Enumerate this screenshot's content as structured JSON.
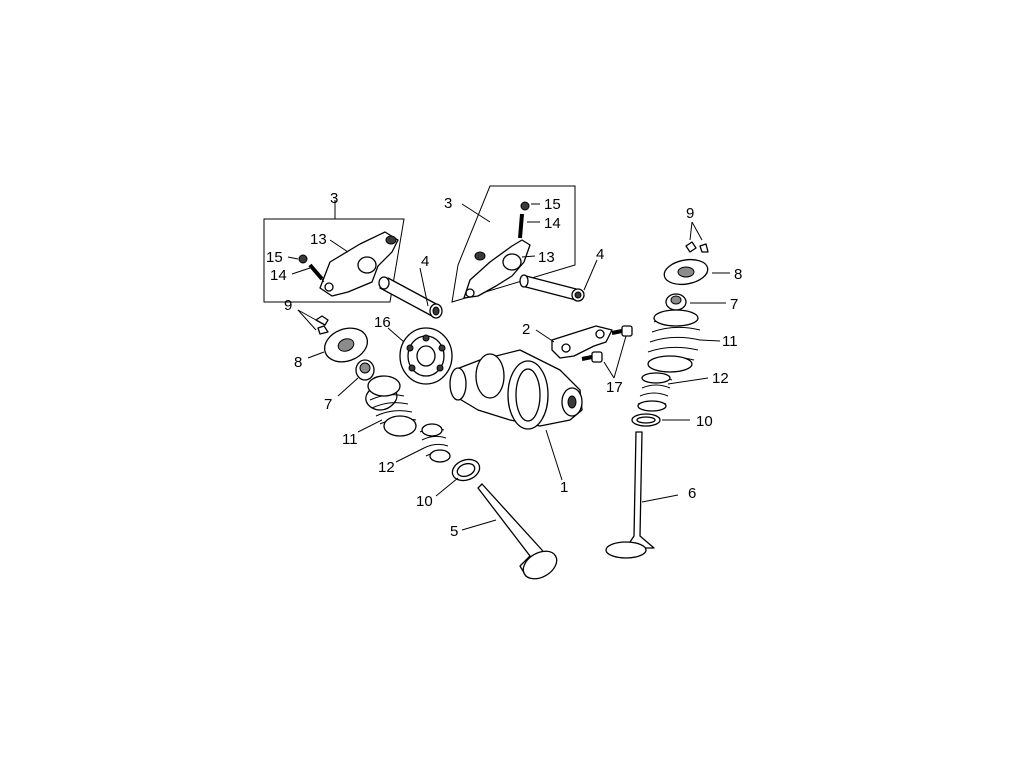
{
  "diagram": {
    "callouts": {
      "c3_left": "3",
      "c3_right": "3",
      "c15_right": "15",
      "c14_right": "14",
      "c13_left": "13",
      "c15_left": "15",
      "c14_left": "14",
      "c13_right": "13",
      "c4_left": "4",
      "c4_right": "4",
      "c9_left": "9",
      "c9_right": "9",
      "c8_right": "8",
      "c7_right": "7",
      "c16": "16",
      "c2": "2",
      "c11_right": "11",
      "c8_left": "8",
      "c17": "17",
      "c12_right": "12",
      "c7_left": "7",
      "c10_right": "10",
      "c11_left": "11",
      "c12_left": "12",
      "c1": "1",
      "c6": "6",
      "c10_left": "10",
      "c5": "5"
    }
  }
}
